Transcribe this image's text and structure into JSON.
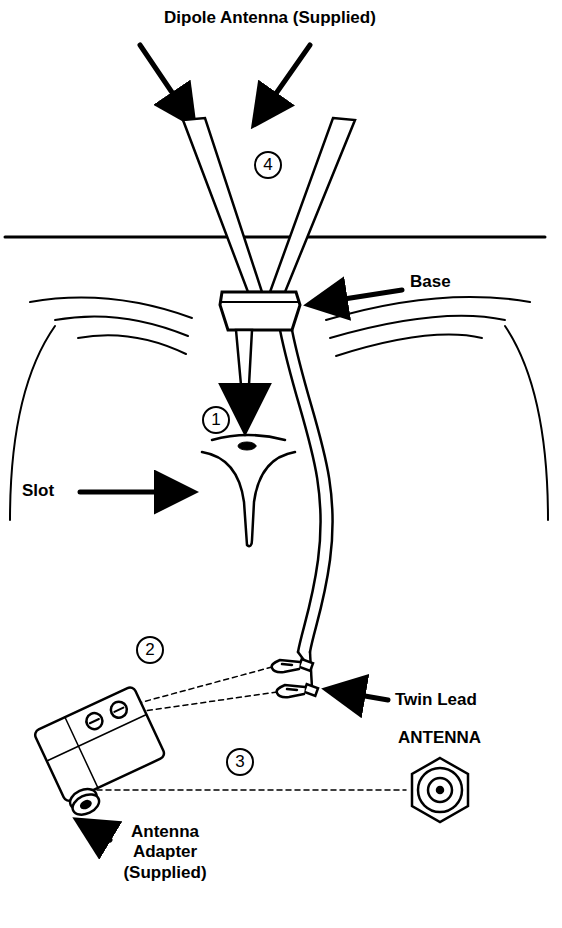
{
  "diagram": {
    "labels": [
      "Dipole Antenna (Supplied)",
      "4",
      "Base",
      "1",
      "Slot",
      "2",
      "Twin Lead",
      "3",
      "ANTENNA",
      "Antenna Adapter (Supplied)"
    ]
  }
}
